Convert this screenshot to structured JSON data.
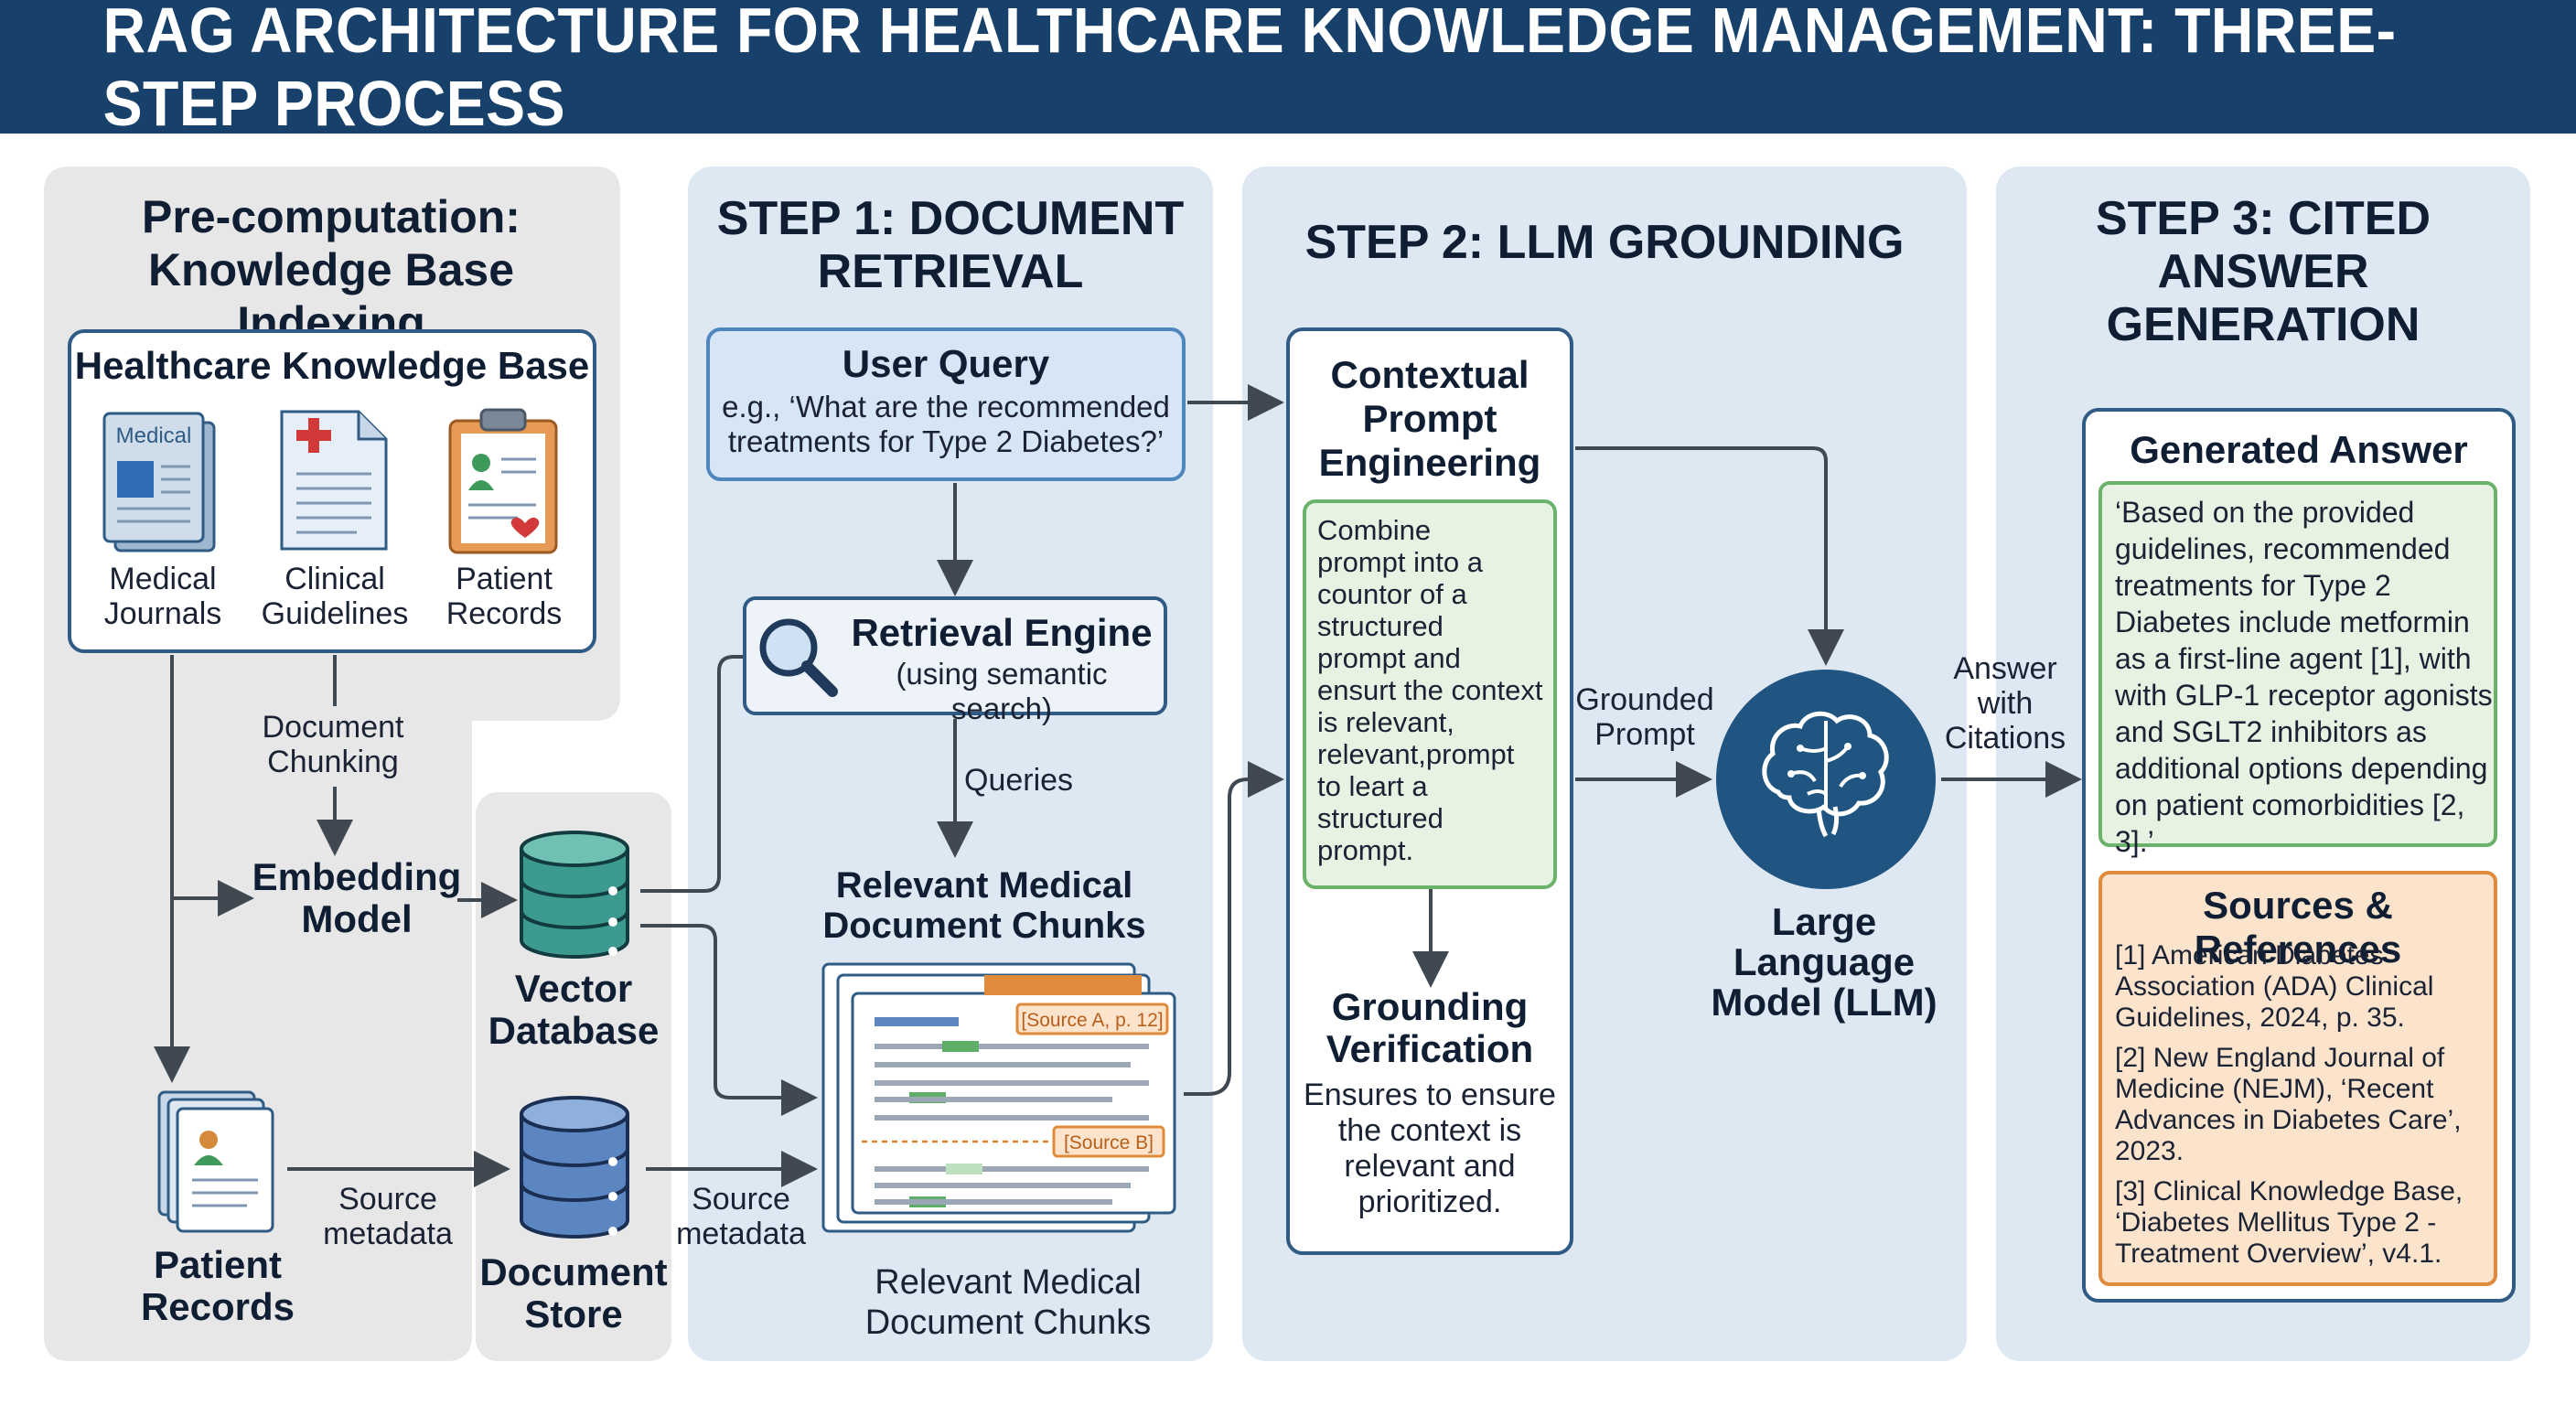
{
  "title": "RAG ARCHITECTURE FOR HEALTHCARE KNOWLEDGE MANAGEMENT: THREE-STEP PROCESS",
  "colors": {
    "header": "#17416b",
    "panel_gray": "#e7e7e7",
    "panel_blue": "#dde8f3",
    "box_border": "#2f5b85",
    "green": "#6bb36b",
    "orange": "#e08a3c",
    "llm": "#1f5580"
  },
  "precompute": {
    "title_line1": "Pre-computation:",
    "title_line2": "Knowledge Base Indexing",
    "kb_title": "Healthcare Knowledge Base",
    "journal_tag": "Medical",
    "journals_l1": "Medical",
    "journals_l2": "Journals",
    "guidelines_l1": "Clinical",
    "guidelines_l2": "Guidelines",
    "records_l1": "Patient",
    "records_l2": "Records",
    "chunking_l1": "Document",
    "chunking_l2": "Chunking",
    "embedding_l1": "Embedding",
    "embedding_l2": "Model",
    "patient_records_l1": "Patient",
    "patient_records_l2": "Records",
    "source_meta_l1": "Source",
    "source_meta_l2": "metadata"
  },
  "stores": {
    "vector_l1": "Vector",
    "vector_l2": "Database",
    "doc_l1": "Document",
    "doc_l2": "Store"
  },
  "step1": {
    "title_l1": "STEP 1: DOCUMENT",
    "title_l2": "RETRIEVAL",
    "query_title": "User Query",
    "query_l1": "e.g., ‘What are the recommended",
    "query_l2": "treatments for Type 2 Diabetes?’",
    "engine_title": "Retrieval Engine",
    "engine_sub": "(using semantic search)",
    "queries": "Queries",
    "chunks_top_l1": "Relevant Medical",
    "chunks_top_l2": "Document Chunks",
    "source_a": "[Source A, p. 12]",
    "source_b": "[Source B]",
    "chunks_bottom_l1": "Relevant Medical",
    "chunks_bottom_l2": "Document Chunks",
    "source_meta_l1": "Source",
    "source_meta_l2": "metadata"
  },
  "step2": {
    "title": "STEP 2: LLM GROUNDING",
    "cpe_l1": "Contextual",
    "cpe_l2": "Prompt",
    "cpe_l3": "Engineering",
    "cpe_text": [
      "Combine",
      "prompt into a",
      "countor of a",
      "structured",
      "prompt and",
      "ensurt the context",
      "is relevant,",
      "relevant,prompt",
      "to leart a",
      "structured",
      "prompt."
    ],
    "gv_l1": "Grounding",
    "gv_l2": "Verification",
    "gv_text": [
      "Ensures to ensure",
      "the context is",
      "relevant and",
      "prioritized."
    ],
    "grounded_l1": "Grounded",
    "grounded_l2": "Prompt",
    "llm_l1": "Large",
    "llm_l2": "Language",
    "llm_l3": "Model (LLM)"
  },
  "step3": {
    "title_l1": "STEP 3: CITED ANSWER",
    "title_l2": "GENERATION",
    "answer_l1": "Answer",
    "answer_l2": "with",
    "answer_l3": "Citations",
    "gen_title": "Generated Answer",
    "gen_text": [
      "‘Based on the provided",
      "guidelines, recommended",
      "treatments for Type 2",
      "Diabetes include metformin",
      "as a first-line agent [1], with",
      "with GLP-1 receptor agonists",
      "and SGLT2 inhibitors as",
      "additional options depending",
      "on patient comorbidities [2, 3].’"
    ],
    "src_title": "Sources & References",
    "src_text": [
      "[1] American Diabetes",
      "Association (ADA) Clinical",
      "Guidelines, 2024, p. 35.",
      "[2] New England Journal of",
      "Medicine (NEJM), ‘Recent",
      "Advances in Diabetes Care’,",
      "2023.",
      "[3] Clinical Knowledge Base,",
      "‘Diabetes Mellitus Type 2 -",
      "Treatment Overview’, v4.1."
    ]
  }
}
